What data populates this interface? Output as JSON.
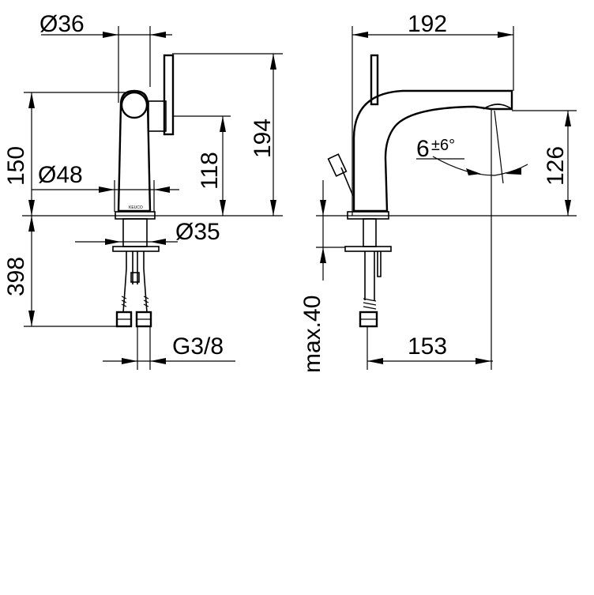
{
  "drawing": {
    "brand_mark": "KEUCO",
    "dimensions": {
      "spout_diameter": "Ø36",
      "body_diameter": "Ø48",
      "base_diameter": "Ø35",
      "handle_height": "150",
      "overall_height": "194",
      "lever_axis_height": "118",
      "hose_length": "398",
      "connection_thread": "G3/8",
      "total_depth": "192",
      "spout_outlet_height": "126",
      "spray_angle_base": "6",
      "spray_angle_tol": "±6°",
      "max_deck_thickness": "max.40",
      "spout_reach": "153"
    }
  }
}
